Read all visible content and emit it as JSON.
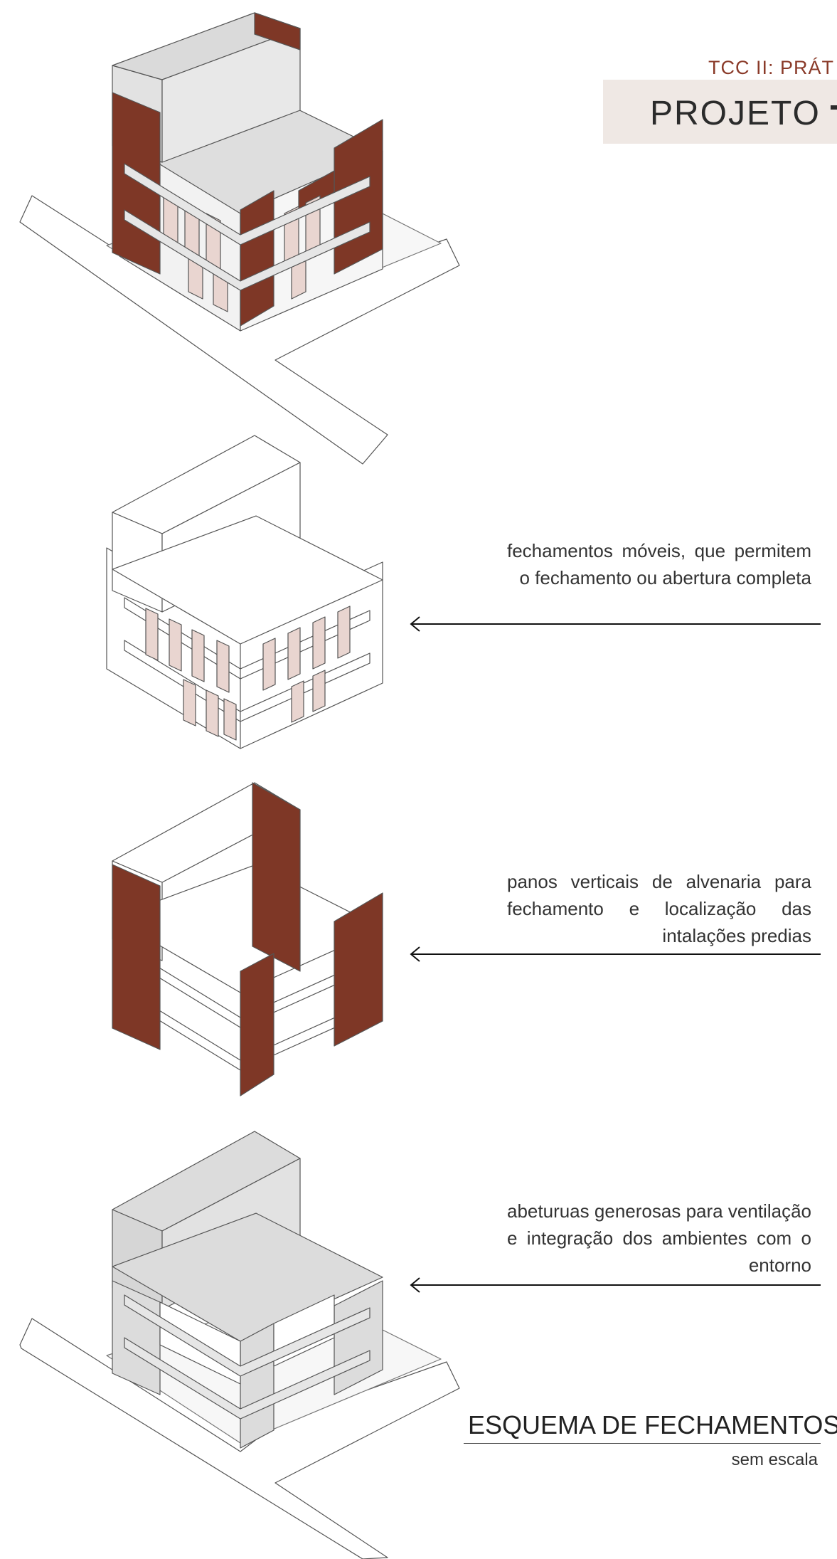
{
  "header": {
    "subtitle": "TCC II:  PRÁT",
    "title": "PROJETO"
  },
  "notes": [
    {
      "text": "fechamentos móveis, que permitem o fechamento ou abertura completa"
    },
    {
      "text": "panos verticais de alvenaria para fechamento e localização das intalações predias"
    },
    {
      "text": "abeturuas generosas para ventilação e integração dos ambientes com o entorno"
    }
  ],
  "legend": {
    "title": "ESQUEMA DE FECHAMENTOS",
    "subtitle": "sem escala"
  },
  "colors": {
    "brick": "#7e3726",
    "panel": "#e9d5d0",
    "concrete": "#dcdcdc",
    "accent_text": "#8a3a29",
    "title_box": "#efe8e4"
  }
}
